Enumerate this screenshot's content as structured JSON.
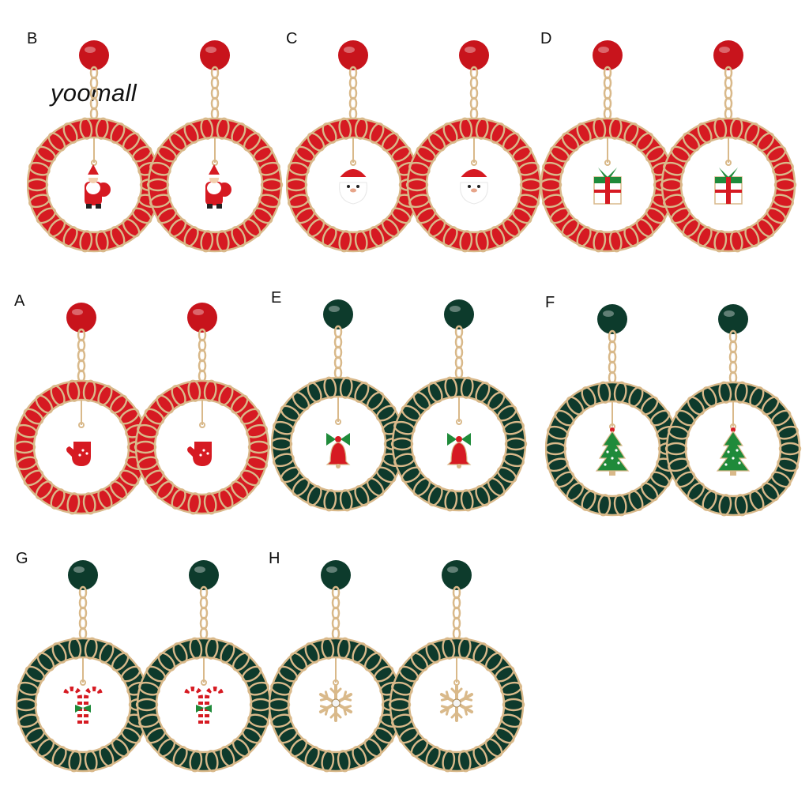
{
  "watermark": "yoomall",
  "colors": {
    "red": "#d61a22",
    "red_stud": "#c8141c",
    "green": "#0e3a2c",
    "green_stud": "#0d3b2c",
    "gold": "#d9b98a",
    "gold_dark": "#a98a5c"
  },
  "variants": [
    {
      "label": "B",
      "color": "red",
      "charm": "santa-full"
    },
    {
      "label": "C",
      "color": "red",
      "charm": "santa-face"
    },
    {
      "label": "D",
      "color": "red",
      "charm": "gift-box"
    },
    {
      "label": "A",
      "color": "red",
      "charm": "mitten"
    },
    {
      "label": "E",
      "color": "green",
      "charm": "bell"
    },
    {
      "label": "F",
      "color": "green",
      "charm": "christmas-tree"
    },
    {
      "label": "G",
      "color": "green",
      "charm": "candy-cane"
    },
    {
      "label": "H",
      "color": "green",
      "charm": "snowflake"
    }
  ]
}
